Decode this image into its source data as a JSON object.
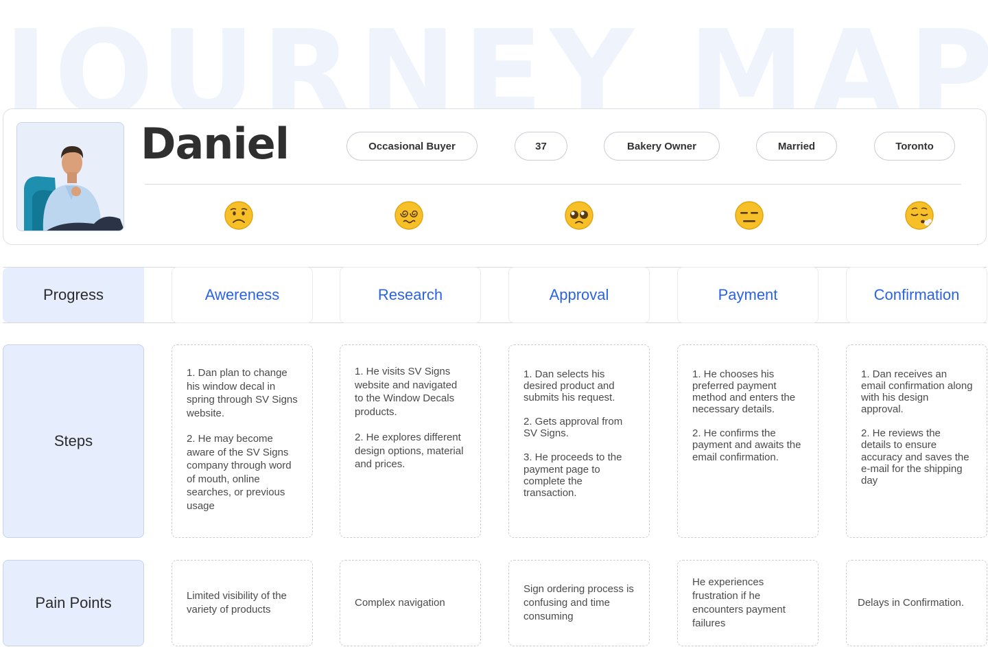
{
  "background_title": "JOURNEY MAP",
  "persona": {
    "name": "Daniel",
    "photo_alt": "Daniel portrait",
    "attributes": [
      "Occasional Buyer",
      "37",
      "Bakery Owner",
      "Married",
      "Toronto"
    ],
    "emotions": [
      "worried-face",
      "face-with-spiral-eyes",
      "pleading-face",
      "expressionless-face",
      "face-exhaling"
    ]
  },
  "rows": {
    "progress_label": "Progress",
    "steps_label": "Steps",
    "pain_label": "Pain Points"
  },
  "stages": [
    "Awereness",
    "Research",
    "Approval",
    "Payment",
    "Confirmation"
  ],
  "steps": [
    [
      "1. Dan plan to change his window decal in spring through SV Signs website.",
      "2. He may become aware of the SV Signs company through word of mouth, online searches, or previous usage"
    ],
    [
      "1. He visits SV Signs website and navigated to the Window Decals products.",
      "2. He explores different design options, material and prices."
    ],
    [
      "1. Dan selects his desired product and submits his request.",
      "2. Gets approval from SV Signs.",
      "3. He proceeds to the payment page to complete the transaction."
    ],
    [
      "1. He chooses his preferred payment method and enters the necessary details.",
      "2. He confirms the payment and awaits the email confirmation."
    ],
    [
      "1. Dan receives an email confirmation along with his design approval.",
      "2. He reviews the details to ensure accuracy and saves the e-mail for the shipping day"
    ]
  ],
  "pain_points": [
    "Limited visibility of the variety of products",
    "Complex navigation",
    "Sign ordering process is confusing and time consuming",
    "He experiences frustration if he encounters payment failures",
    "Delays in Confirmation."
  ],
  "colors": {
    "accent": "#2a63e6",
    "label_bg": "#e6eefd",
    "watermark": "#eef3fc",
    "emoji_yellow": "#f7c028"
  }
}
